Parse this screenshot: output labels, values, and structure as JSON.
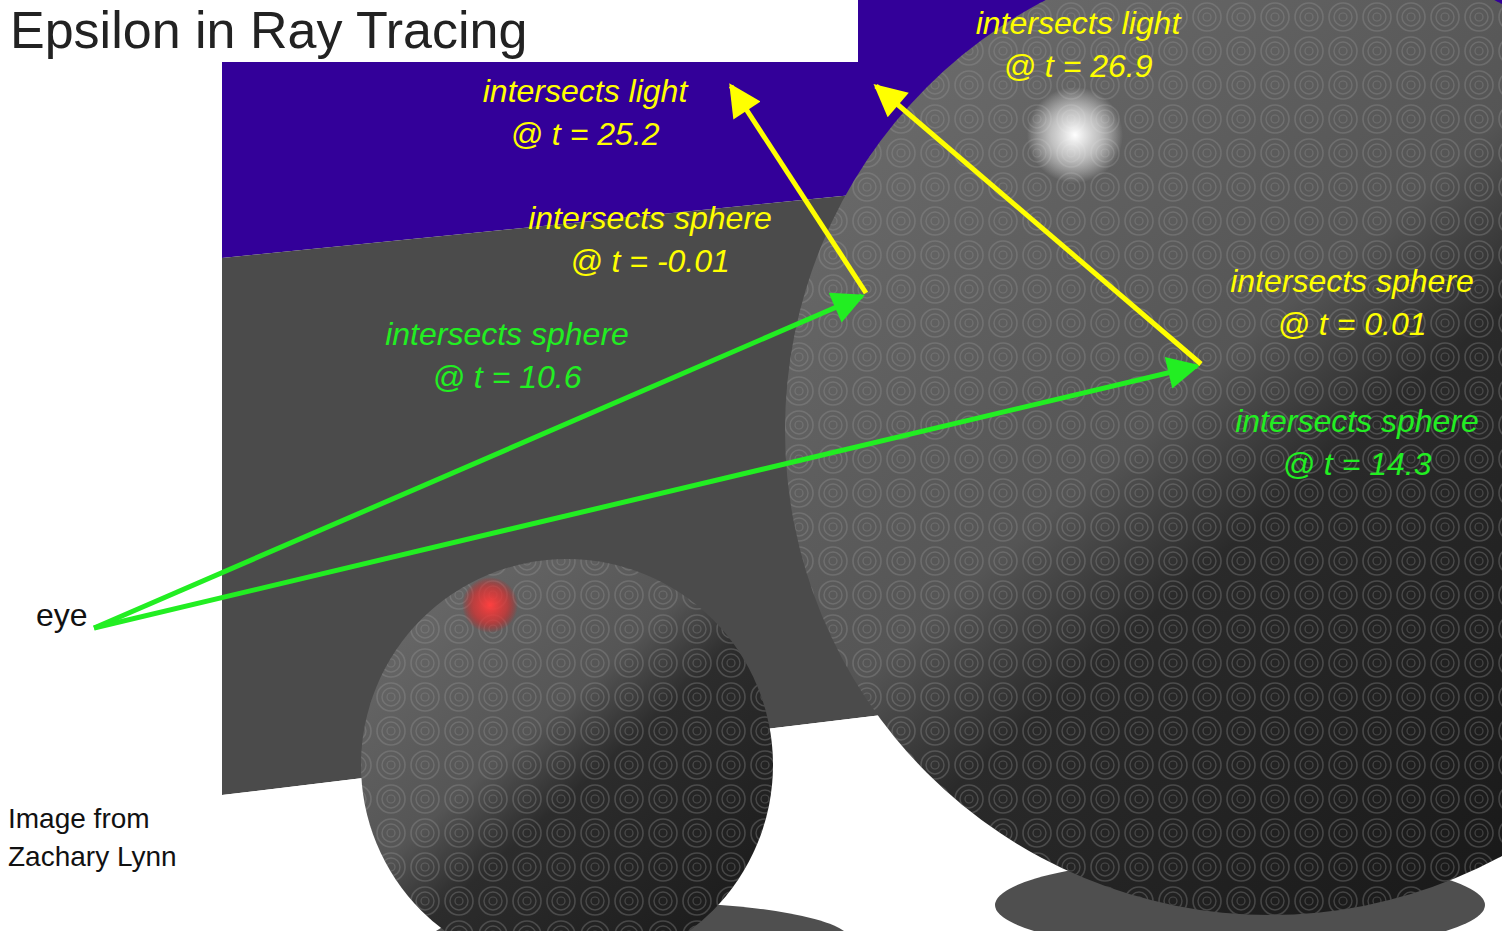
{
  "diagram": {
    "title": "Epsilon in Ray Tracing",
    "labels": [
      "intersects light @ t = 26.9",
      "intersects light @ t = 25.2",
      "intersects sphere @ t = -0.01",
      "intersects sphere @ t = 0.01",
      "intersects sphere @ t = 10.6",
      "intersects sphere @ t = 14.3",
      "eye",
      "Image from Zachary Lynn"
    ]
  }
}
